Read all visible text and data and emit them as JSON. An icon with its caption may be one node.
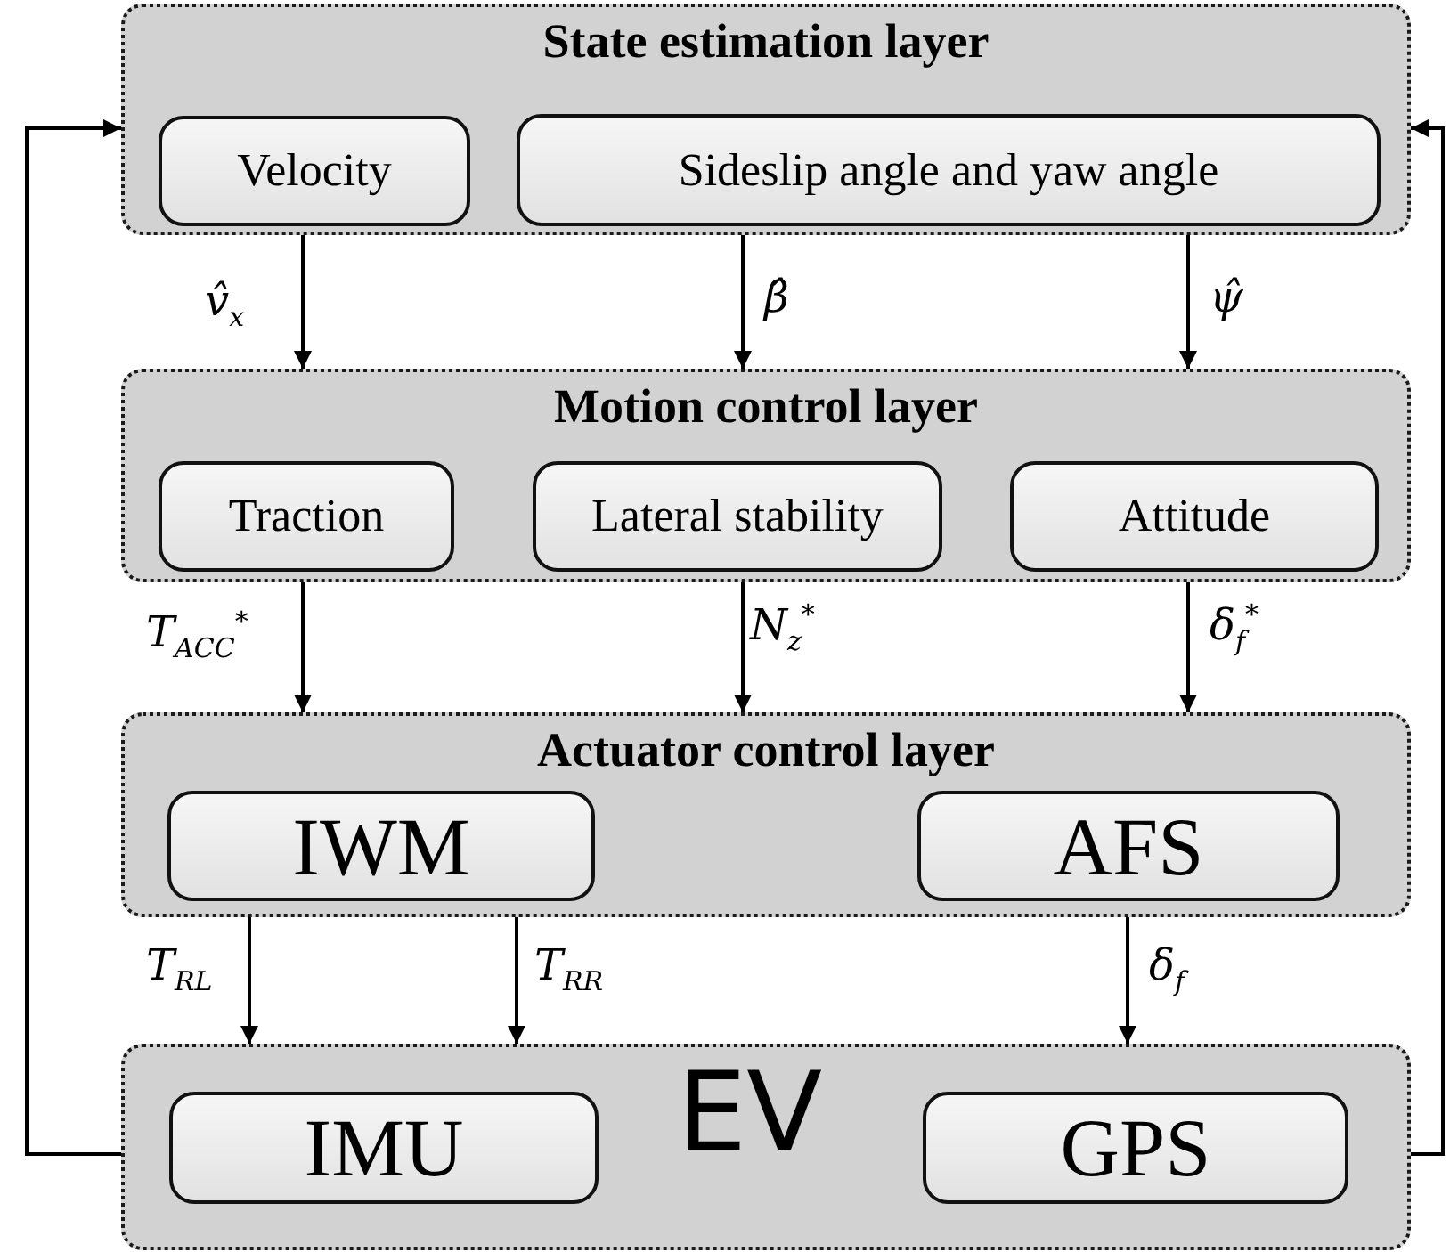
{
  "diagram": {
    "nodes": [
      {
        "text": [
          "State estimation layer"
        ]
      },
      {
        "text": [
          "Velocity"
        ],
        "in": 0
      },
      {
        "text": [
          "Sideslip angle and yaw angle"
        ],
        "in": 0
      },
      {
        "text": [
          "Motion control layer"
        ]
      },
      {
        "text": [
          "Traction"
        ],
        "in": 3
      },
      {
        "text": [
          "Lateral stability"
        ],
        "in": 3
      },
      {
        "text": [
          "Attitude"
        ],
        "in": 3
      },
      {
        "text": [
          "Actuator control layer"
        ]
      },
      {
        "text": [
          "IWM"
        ],
        "in": 7
      },
      {
        "text": [
          "AFS"
        ],
        "in": 7
      },
      {
        "text": [
          "EV"
        ]
      },
      {
        "text": [
          "IMU"
        ],
        "in": 10
      },
      {
        "text": [
          "GPS"
        ],
        "in": 10
      }
    ],
    "edges": [
      {
        "from": 0,
        "to": 3,
        "arrow": "to",
        "label": "v̂$_{x}$"
      },
      {
        "from": 0,
        "to": 3,
        "arrow": "to",
        "label": "β̂"
      },
      {
        "from": 0,
        "to": 3,
        "arrow": "to",
        "label": "ψ̂"
      },
      {
        "from": 3,
        "to": 7,
        "arrow": "to",
        "label": "T$_{ACC}$$^{*}$"
      },
      {
        "from": 3,
        "to": 7,
        "arrow": "to",
        "label": "N$_{z}$$^{*}$"
      },
      {
        "from": 3,
        "to": 7,
        "arrow": "to",
        "label": "δ$_{f}$$^{*}$"
      },
      {
        "from": 7,
        "to": 10,
        "arrow": "to",
        "label": "T$_{RL}$"
      },
      {
        "from": 7,
        "to": 10,
        "arrow": "to",
        "label": "T$_{RR}$"
      },
      {
        "from": 7,
        "to": 10,
        "arrow": "to",
        "label": "δ$_{f}$"
      },
      {
        "from": 10,
        "to": 0,
        "arrow": "to"
      },
      {
        "from": 10,
        "to": 0,
        "arrow": "to"
      }
    ]
  }
}
